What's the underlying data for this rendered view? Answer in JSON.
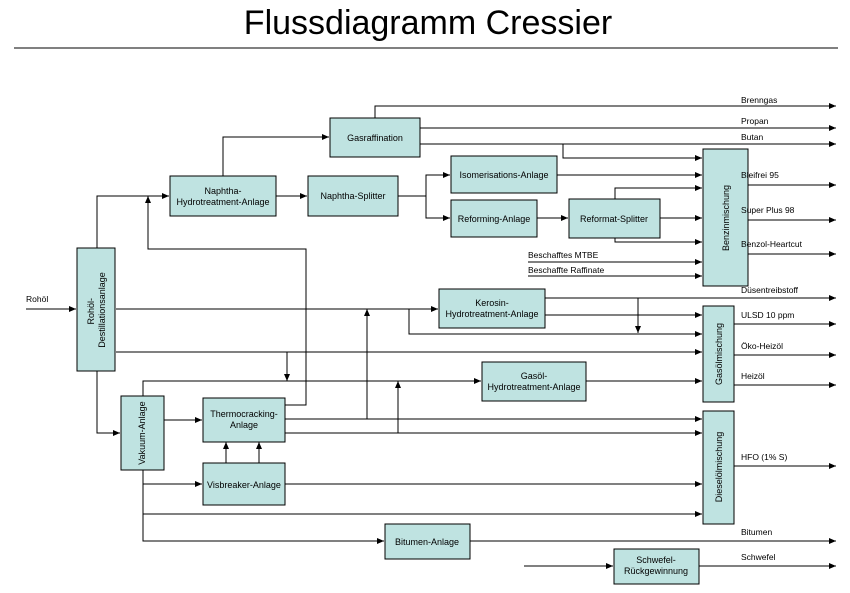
{
  "title": "Flussdiagramm Cressier",
  "boxes": {
    "destillation": "Rohöl-Destillationsanlage",
    "naphtha_ht": [
      "Naphtha-",
      "Hydrotreatment-Anlage"
    ],
    "gasraffination": "Gasraffination",
    "naphtha_splitter": "Naphtha-Splitter",
    "isomerisation": "Isomerisations-Anlage",
    "reforming": "Reforming-Anlage",
    "reformat_splitter": "Reformat-Splitter",
    "benzinmischung": "Benzinmischung",
    "kerosin_ht": [
      "Kerosin-",
      "Hydrotreatment-Anlage"
    ],
    "gasmischung": "Gasölmischung",
    "gasoel_ht": [
      "Gasöl-",
      "Hydrotreatment-Anlage"
    ],
    "vakuum": "Vakuum-Anlage",
    "thermocracking": [
      "Thermocracking-",
      "Anlage"
    ],
    "visbreaker": "Visbreaker-Anlage",
    "dieselmischung": "Dieselölmischung",
    "bitumen_anlage": "Bitumen-Anlage",
    "schwefel": [
      "Schwefel-",
      "Rückgewinnung"
    ]
  },
  "labels": {
    "rohoel": "Rohöl",
    "mtbe": "Beschafftes MTBE",
    "raffinate": "Beschaffte Raffinate"
  },
  "outputs": {
    "brenngas": "Brenngas",
    "propan": "Propan",
    "butan": "Butan",
    "bleifrei": "Bleifrei 95",
    "superplus": "Super Plus 98",
    "benzol": "Benzol-Heartcut",
    "duesen": "Düsentreibstoff",
    "ulsd": "ULSD 10 ppm",
    "oeko": "Öko-Heizöl",
    "heizoel": "Heizöl",
    "hfo": "HFO (1% S)",
    "bitumen": "Bitumen",
    "schwefel": "Schwefel"
  }
}
